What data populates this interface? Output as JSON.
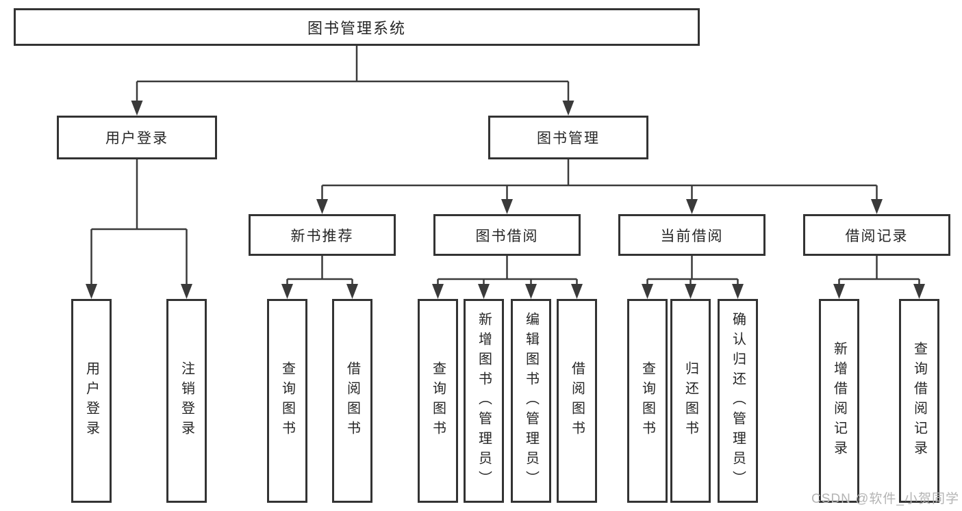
{
  "tree": {
    "root": {
      "label": "图书管理系统"
    },
    "branches": [
      {
        "label": "用户登录",
        "leaves": [
          {
            "label": "用户登录"
          },
          {
            "label": "注销登录"
          }
        ]
      },
      {
        "label": "图书管理",
        "groups": [
          {
            "label": "新书推荐",
            "leaves": [
              {
                "label": "查询图书"
              },
              {
                "label": "借阅图书"
              }
            ]
          },
          {
            "label": "图书借阅",
            "leaves": [
              {
                "label": "查询图书"
              },
              {
                "label": "新增图书（管理员）"
              },
              {
                "label": "编辑图书（管理员）"
              },
              {
                "label": "借阅图书"
              }
            ]
          },
          {
            "label": "当前借阅",
            "leaves": [
              {
                "label": "查询图书"
              },
              {
                "label": "归还图书"
              },
              {
                "label": "确认归还（管理员）"
              }
            ]
          },
          {
            "label": "借阅记录",
            "leaves": [
              {
                "label": "新增借阅记录"
              },
              {
                "label": "查询借阅记录"
              }
            ]
          }
        ]
      }
    ]
  },
  "watermark": {
    "text": "CSDN @软件_小贺同学",
    "color": "#b4b4b4"
  },
  "colors": {
    "border": "#333333",
    "line": "#3a3a3a",
    "text": "#262626",
    "background": "#ffffff"
  }
}
